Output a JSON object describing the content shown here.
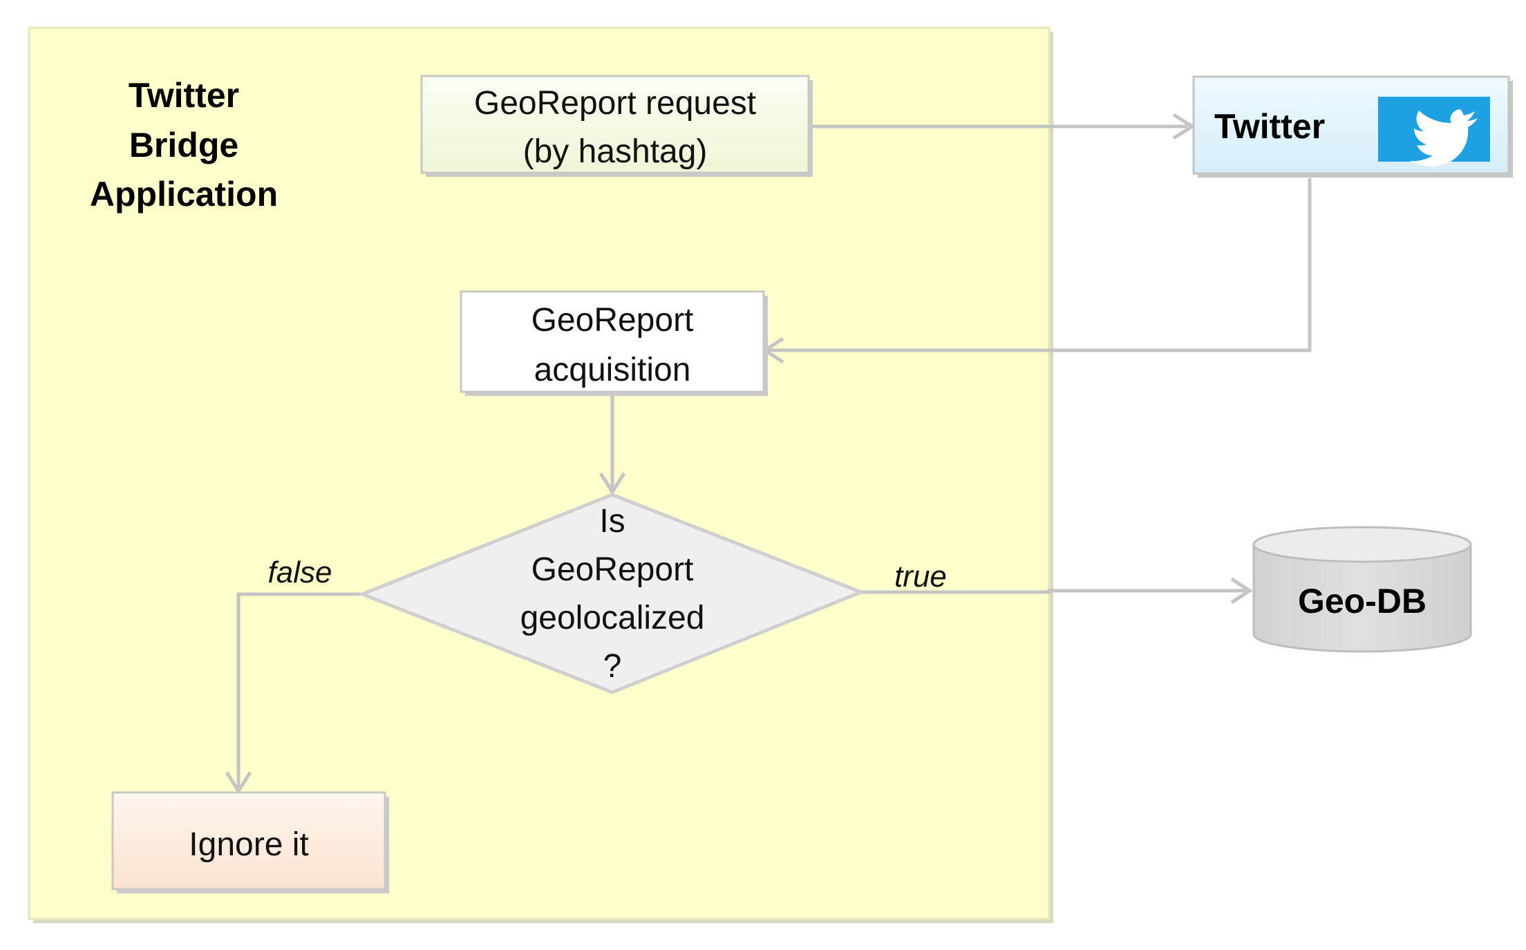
{
  "container": {
    "title_lines": [
      "Twitter",
      "Bridge",
      "Application"
    ],
    "fill": "#ffffcc"
  },
  "nodes": {
    "request": {
      "lines": [
        "GeoReport request",
        "(by hashtag)"
      ],
      "fill": "#f4fae0"
    },
    "twitter": {
      "label": "Twitter",
      "fill": "#dff2fb",
      "icon": "twitter-bird-icon",
      "icon_bg": "#1da1e2"
    },
    "acquisition": {
      "lines": [
        "GeoReport",
        "acquisition"
      ],
      "fill": "#ffffff"
    },
    "decision": {
      "lines": [
        "Is",
        "GeoReport",
        "geolocalized",
        "?"
      ],
      "fill": "#efefef"
    },
    "geodb": {
      "label": "Geo-DB",
      "fill": "#d6d6d6"
    },
    "ignore": {
      "label": "Ignore it",
      "fill": "#fcebdc"
    }
  },
  "edges": {
    "false_label": "false",
    "true_label": "true",
    "color": "#c4c4c4"
  }
}
